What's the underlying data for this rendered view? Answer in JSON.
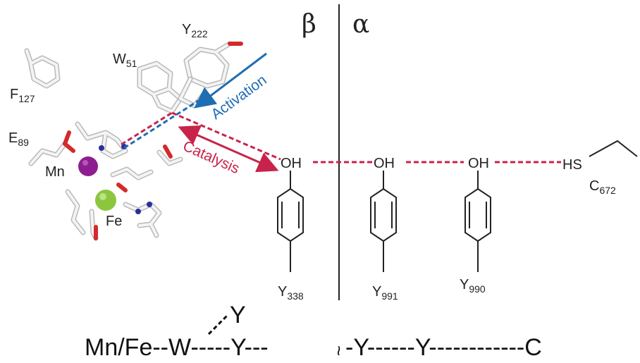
{
  "subunits": {
    "beta": "β",
    "alpha": "α"
  },
  "residue_labels": {
    "f127": {
      "main": "F",
      "sub": "127"
    },
    "y222": {
      "main": "Y",
      "sub": "222"
    },
    "w51": {
      "main": "W",
      "sub": "51"
    },
    "e89": {
      "main": "E",
      "sub": "89"
    },
    "mn": "Mn",
    "fe": "Fe"
  },
  "pathway": {
    "activation": "Activation",
    "catalysis": "Catalysis",
    "oh": "OH",
    "hs": "HS",
    "y338": {
      "main": "Y",
      "sub": "338"
    },
    "y991": {
      "main": "Y",
      "sub": "991"
    },
    "y990": {
      "main": "Y",
      "sub": "990"
    },
    "c672": {
      "main": "C",
      "sub": "672"
    }
  },
  "scheme": {
    "branch_y": "Y",
    "line": [
      "Mn/Fe--W-----Y---",
      "-Y------Y------------C"
    ],
    "break_glyph": "~"
  },
  "colors": {
    "catalysis": "#c8234a",
    "activation": "#1f6db3",
    "manganese": "#8e1e8f",
    "iron": "#8cc63f",
    "oxygen": "#d42a2a",
    "nitrogen": "#2a2ea0"
  }
}
